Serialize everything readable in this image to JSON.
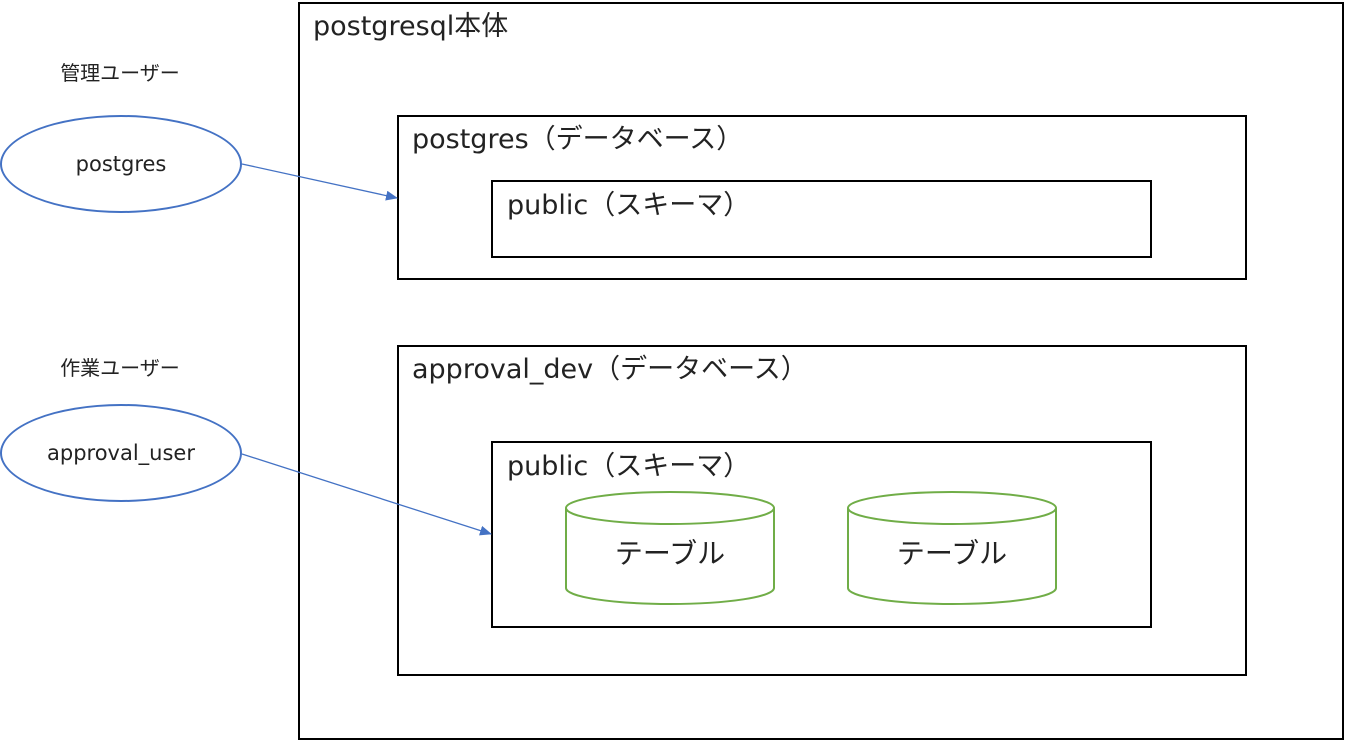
{
  "server": {
    "label": "postgresql本体"
  },
  "databases": [
    {
      "label": "postgres（データベース）",
      "schema": {
        "label": "public（スキーマ）",
        "tables": []
      }
    },
    {
      "label": "approval_dev（データベース）",
      "schema": {
        "label": "public（スキーマ）",
        "tables": [
          "テーブル",
          "テーブル"
        ]
      }
    }
  ],
  "users": [
    {
      "group_label": "管理ユーザー",
      "name": "postgres",
      "target": "postgres（データベース）"
    },
    {
      "group_label": "作業ユーザー",
      "name": "approval_user",
      "target": "public（スキーマ）"
    }
  ],
  "colors": {
    "box_border": "#000000",
    "user_border": "#4472c4",
    "arrow": "#4472c4",
    "table_border": "#70ad47",
    "text": "#222222"
  }
}
